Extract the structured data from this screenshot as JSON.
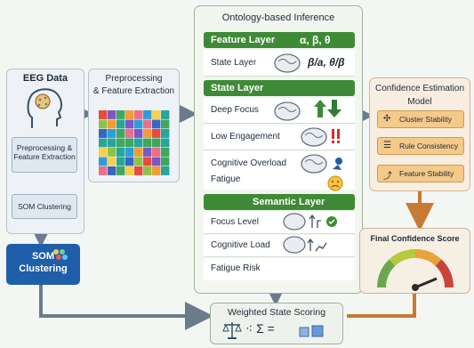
{
  "eeg": {
    "title": "EEG Data",
    "preprocessing_label": "Preprocessing &\nFeature Extraction",
    "som_label": "SOM Clustering",
    "som_highlight_label": "SOM\nClustering"
  },
  "preprocessing": {
    "title": "Preprocessing\n& Feature Extraction"
  },
  "ontology": {
    "title": "Ontology-based Inference",
    "feature_layer": {
      "label": "Feature Layer",
      "symbols": "α, β, θ",
      "state_row": {
        "label": "State Layer",
        "formula": "β/a, θ/β"
      }
    },
    "state_layer": {
      "label": "State Layer",
      "items": [
        "Deep Focus",
        "Low Engagement",
        "Cognitive Overload",
        "Fatigue"
      ]
    },
    "semantic_layer": {
      "label": "Semantic Layer",
      "items": [
        "Focus Level",
        "Cognitive Load",
        "Fatigue Risk"
      ]
    }
  },
  "confidence": {
    "title": "Confidence Estimation\nModel",
    "items": [
      "Cluster Stability",
      "Rule Consistency",
      "Feature Stability"
    ],
    "final_label": "Final Confidence Score"
  },
  "scoring": {
    "title": "Weighted State Scoring",
    "formula": "⁖ Σ ="
  },
  "colors": {
    "green": "#3f8a36",
    "blue": "#1f5ea8",
    "orange": "#d98a3a",
    "arrow": "#6b7b8c"
  }
}
